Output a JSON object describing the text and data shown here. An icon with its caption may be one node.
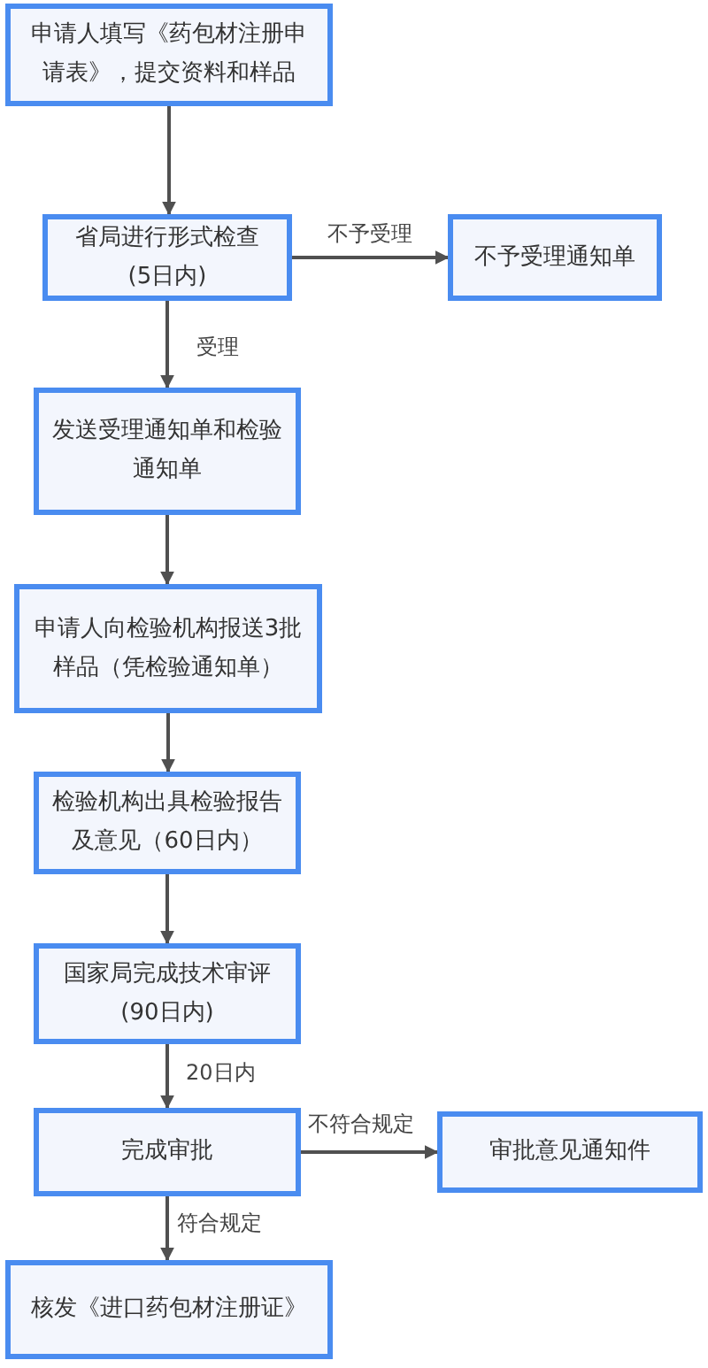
{
  "diagram": {
    "nodes": [
      {
        "text": [
          "申请人填写《药包材注册申请表》，提交资料和样品"
        ]
      },
      {
        "text": [
          "省局进行形式检查(5日内)"
        ]
      },
      {
        "text": [
          "不予受理通知单"
        ]
      },
      {
        "text": [
          "发送受理通知单和检验通知单"
        ]
      },
      {
        "text": [
          "申请人向检验机构报送3批样品（凭检验通知单）"
        ]
      },
      {
        "text": [
          "检验机构出具检验报告及意见（60日内）"
        ]
      },
      {
        "text": [
          "国家局完成技术审评(90日内)"
        ]
      },
      {
        "text": [
          "完成审批"
        ]
      },
      {
        "text": [
          "审批意见通知件"
        ]
      },
      {
        "text": [
          "核发《进口药包材注册证》"
        ]
      }
    ],
    "edges": [
      {
        "from": 0,
        "to": 1,
        "arrow": "to"
      },
      {
        "from": 1,
        "to": 2,
        "arrow": "to",
        "label": "不予受理"
      },
      {
        "from": 1,
        "to": 3,
        "arrow": "to",
        "label": "受理"
      },
      {
        "from": 3,
        "to": 4,
        "arrow": "to"
      },
      {
        "from": 4,
        "to": 5,
        "arrow": "to"
      },
      {
        "from": 5,
        "to": 6,
        "arrow": "to"
      },
      {
        "from": 6,
        "to": 7,
        "arrow": "to",
        "label": "20日内"
      },
      {
        "from": 7,
        "to": 8,
        "arrow": "to",
        "label": "不符合规定"
      },
      {
        "from": 7,
        "to": 9,
        "arrow": "to",
        "label": "符合规定"
      }
    ]
  }
}
